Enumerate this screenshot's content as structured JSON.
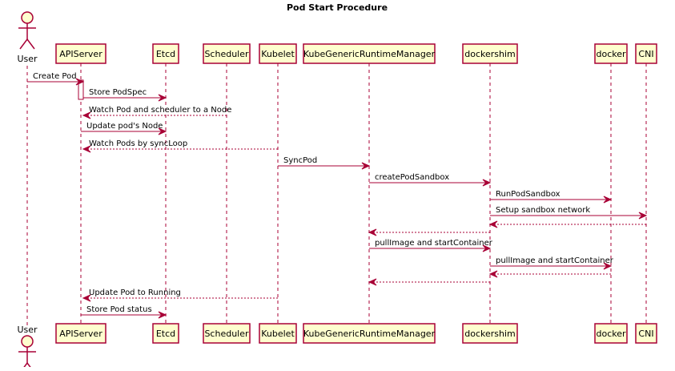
{
  "title": "Pod Start Procedure",
  "colors": {
    "line": "#A80036",
    "box_fill": "#FEFECE",
    "text": "#000000"
  },
  "participants": [
    {
      "id": "user",
      "label": "User",
      "kind": "actor"
    },
    {
      "id": "apiserver",
      "label": "APIServer",
      "kind": "participant"
    },
    {
      "id": "etcd",
      "label": "Etcd",
      "kind": "participant"
    },
    {
      "id": "scheduler",
      "label": "Scheduler",
      "kind": "participant"
    },
    {
      "id": "kubelet",
      "label": "Kubelet",
      "kind": "participant"
    },
    {
      "id": "kgrm",
      "label": "KubeGenericRuntimeManager",
      "kind": "participant"
    },
    {
      "id": "dockershim",
      "label": "dockershim",
      "kind": "participant"
    },
    {
      "id": "docker",
      "label": "docker",
      "kind": "participant"
    },
    {
      "id": "cni",
      "label": "CNI",
      "kind": "participant"
    }
  ],
  "messages": [
    {
      "from": "user",
      "to": "apiserver",
      "label": "Create Pod",
      "style": "solid"
    },
    {
      "from": "apiserver",
      "to": "etcd",
      "label": "Store PodSpec",
      "style": "solid"
    },
    {
      "from": "scheduler",
      "to": "apiserver",
      "label": "Watch Pod and scheduler to a Node",
      "style": "dashed"
    },
    {
      "from": "apiserver",
      "to": "etcd",
      "label": "Update pod's Node",
      "style": "solid"
    },
    {
      "from": "kubelet",
      "to": "apiserver",
      "label": "Watch Pods by syncLoop",
      "style": "dashed"
    },
    {
      "from": "kubelet",
      "to": "kgrm",
      "label": "SyncPod",
      "style": "solid"
    },
    {
      "from": "kgrm",
      "to": "dockershim",
      "label": "createPodSandbox",
      "style": "solid"
    },
    {
      "from": "dockershim",
      "to": "docker",
      "label": "RunPodSandbox",
      "style": "solid"
    },
    {
      "from": "dockershim",
      "to": "cni",
      "label": "Setup sandbox network",
      "style": "solid"
    },
    {
      "from": "cni",
      "to": "dockershim",
      "label": "",
      "style": "dashed"
    },
    {
      "from": "dockershim",
      "to": "kgrm",
      "label": "",
      "style": "dashed"
    },
    {
      "from": "kgrm",
      "to": "dockershim",
      "label": "pullImage and startContainer",
      "style": "solid"
    },
    {
      "from": "dockershim",
      "to": "docker",
      "label": "pullImage and startContainer",
      "style": "solid"
    },
    {
      "from": "docker",
      "to": "dockershim",
      "label": "",
      "style": "dashed"
    },
    {
      "from": "dockershim",
      "to": "kgrm",
      "label": "",
      "style": "dashed"
    },
    {
      "from": "kubelet",
      "to": "apiserver",
      "label": "Update Pod to Running",
      "style": "dashed"
    },
    {
      "from": "apiserver",
      "to": "etcd",
      "label": "Store Pod status",
      "style": "solid"
    }
  ]
}
